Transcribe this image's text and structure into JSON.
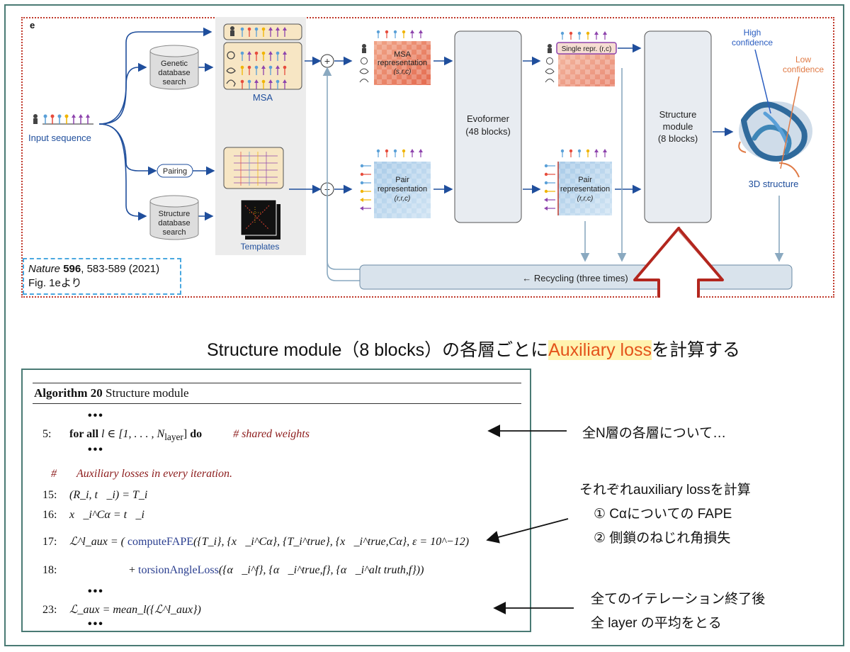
{
  "figure": {
    "panel_label": "e",
    "input_sequence": "Input sequence",
    "genetic_search": [
      "Genetic",
      "database",
      "search"
    ],
    "structure_search": [
      "Structure",
      "database",
      "search"
    ],
    "pairing": "Pairing",
    "msa": "MSA",
    "templates": "Templates",
    "msa_repr": [
      "MSA",
      "representation",
      "(s,r,c)"
    ],
    "pair_repr_left": [
      "Pair",
      "representation",
      "(r,r,c)"
    ],
    "evoformer": [
      "Evoformer",
      "(48 blocks)"
    ],
    "single_repr": "Single repr. (r,c)",
    "pair_repr_right": [
      "Pair",
      "representation",
      "(r,r,c)"
    ],
    "structure_module": [
      "Structure",
      "module",
      "(8 blocks)"
    ],
    "high_confidence": [
      "High",
      "confidence"
    ],
    "low_confidence": [
      "Low",
      "confidence"
    ],
    "structure_3d": "3D structure",
    "recycling": "← Recycling (three times)"
  },
  "citation": {
    "journal": "Nature",
    "volume": "596",
    "pages": ", 583-589 (2021)",
    "fig": "Fig. 1eより"
  },
  "caption": {
    "before": "Structure module（8 blocks）の各層ごとに",
    "highlight": "Auxiliary loss",
    "after": "を計算する"
  },
  "algorithm": {
    "title_bold": "Algorithm 20",
    "title_rest": " Structure module",
    "dots": "•••",
    "l5_num": "5:",
    "l5_kw": "for all",
    "l5_expr": " l ∈ [1, . . . , N",
    "l5_sub": "layer",
    "l5_end": "] ",
    "l5_do": "do",
    "l5_comment": "# shared weights",
    "cm_hash": "#",
    "cm_text": "Auxiliary losses in every iteration.",
    "l15_num": "15:",
    "l15_expr": "(R_i, t⃗_i) = T_i",
    "l16_num": "16:",
    "l16_expr": "x⃗_i^Cα = t⃗_i",
    "l17_num": "17:",
    "l17_lhs": "ℒ^l_aux = (",
    "l17_fn": "computeFAPE",
    "l17_args": "({T_i}, {x⃗_i^Cα}, {T_i^true}, {x⃗_i^true,Cα}, ε = 10^−12)",
    "l18_num": "18:",
    "l18_plus": "+ ",
    "l18_fn": "torsionAngleLoss",
    "l18_args": "({α⃗_i^f}, {α⃗_i^true,f}, {α⃗_i^alt truth,f}))",
    "l23_num": "23:",
    "l23_expr": "ℒ_aux = mean_l({ℒ^l_aux})"
  },
  "notes": {
    "n1": "全N層の各層について…",
    "n2": "それぞれauxiliary lossを計算",
    "n3": "① Cαについての FAPE",
    "n4": "② 側鎖のねじれ角損失",
    "n5": "全てのイテレーション終了後",
    "n6": "全 layer の平均をとる"
  },
  "colors": {
    "arrow_blue": "#1f4e9c",
    "dotted_red": "#c0392b",
    "frame_teal": "#4a7a74",
    "big_arrow": "#b3261e",
    "highlight_bg": "#fff3b0",
    "highlight_text": "#e4531b",
    "high_conf": "#2a5dc0",
    "low_conf": "#e07a45"
  }
}
